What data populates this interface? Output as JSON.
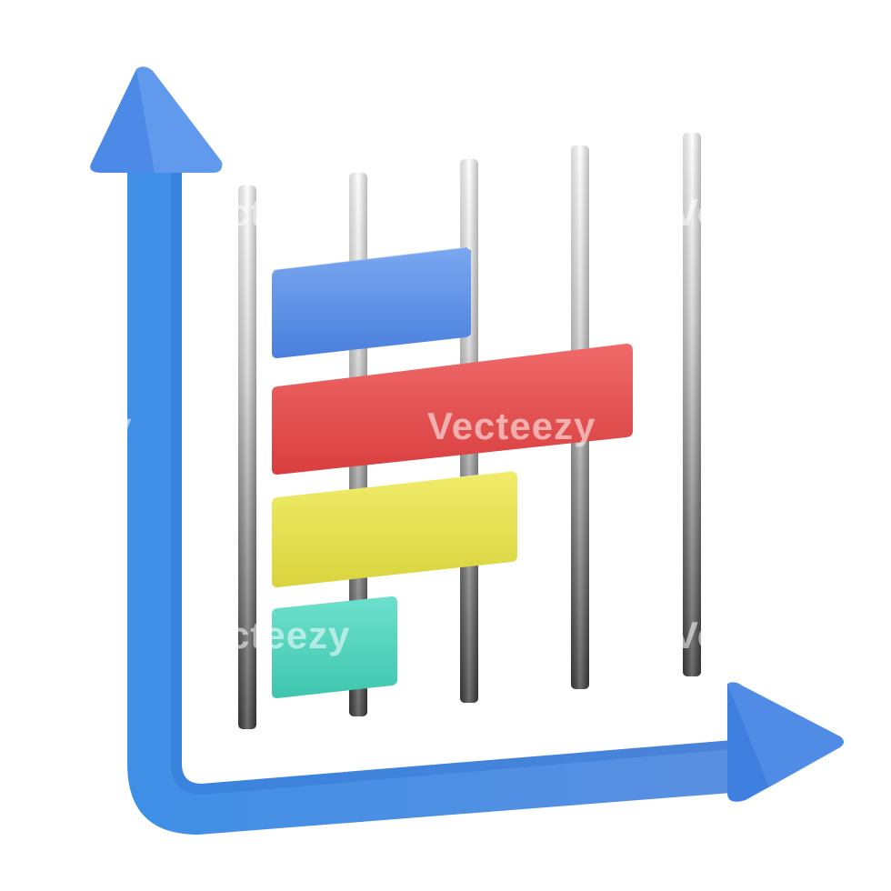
{
  "icon": {
    "name": "horizontal-bar-chart-icon",
    "axis_color": "#4a86e8",
    "bars": [
      {
        "name": "blue-bar",
        "color": "#5a8fe6",
        "length": 0.55
      },
      {
        "name": "red-bar",
        "color": "#e54e4e",
        "length": 1.0
      },
      {
        "name": "yellow-bar",
        "color": "#e5e04c",
        "length": 0.68
      },
      {
        "name": "teal-bar",
        "color": "#4fd6c0",
        "length": 0.35
      }
    ]
  },
  "watermark": {
    "text": "Vecteezy"
  }
}
